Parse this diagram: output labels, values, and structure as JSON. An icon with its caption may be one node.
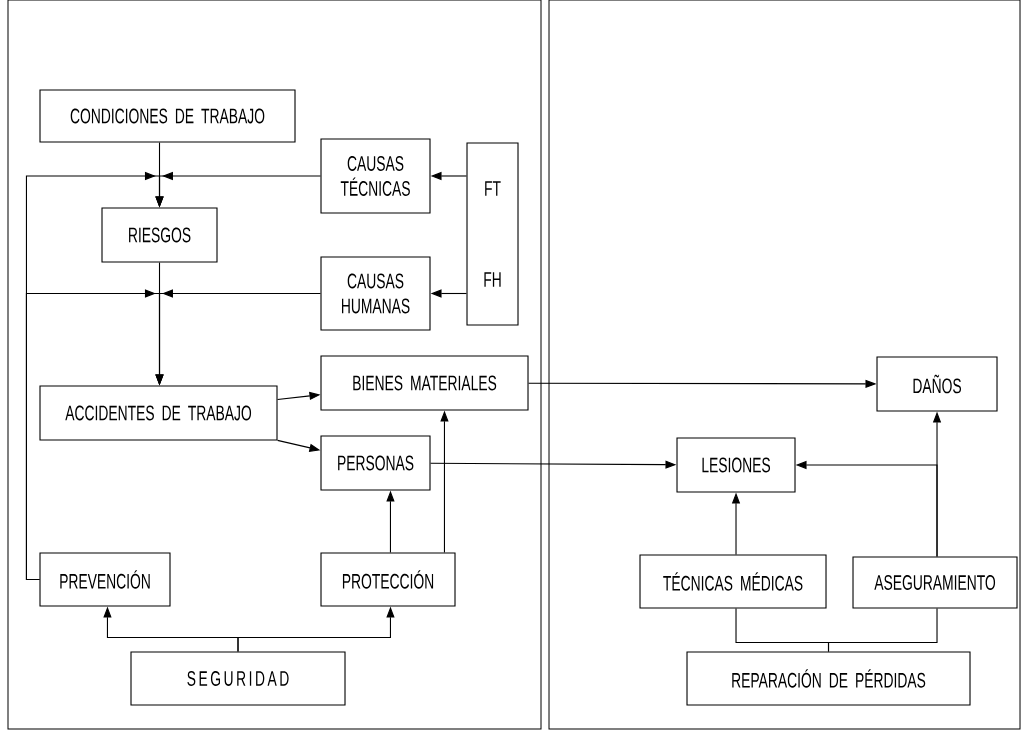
{
  "diagram": {
    "nodes": [
      {
        "text": [
          "CONDICIONES DE TRABAJO"
        ]
      },
      {
        "text": [
          "CAUSAS TÉCNICAS"
        ]
      },
      {
        "text": [
          "FT",
          "FH"
        ]
      },
      {
        "text": [
          "RIESGOS"
        ]
      },
      {
        "text": [
          "CAUSAS HUMANAS"
        ]
      },
      {
        "text": [
          "BIENES MATERIALES"
        ]
      },
      {
        "text": [
          "ACCIDENTES DE TRABAJO"
        ]
      },
      {
        "text": [
          "PERSONAS"
        ]
      },
      {
        "text": [
          "DAÑOS"
        ]
      },
      {
        "text": [
          "LESIONES"
        ]
      },
      {
        "text": [
          "PREVENCIÓN"
        ]
      },
      {
        "text": [
          "PROTECCIÓN"
        ]
      },
      {
        "text": [
          "SEGURIDAD"
        ]
      },
      {
        "text": [
          "TÉCNICAS MÉDICAS"
        ]
      },
      {
        "text": [
          "ASEGURAMIENTO"
        ]
      },
      {
        "text": [
          "REPARACIÓN DE PÉRDIDAS"
        ]
      }
    ],
    "edges": [
      {
        "from": 2,
        "to": 1,
        "arrow": "to"
      },
      {
        "from": 2,
        "to": 4,
        "arrow": "to"
      },
      {
        "from": 0,
        "to": 3,
        "arrow": "to"
      },
      {
        "from": 1,
        "to": 3,
        "arrow": "to"
      },
      {
        "from": 10,
        "to": 3,
        "arrow": "to"
      },
      {
        "from": 3,
        "to": 6,
        "arrow": "to"
      },
      {
        "from": 4,
        "to": 6,
        "arrow": "to"
      },
      {
        "from": 10,
        "to": 6,
        "arrow": "to"
      },
      {
        "from": 6,
        "to": 5,
        "arrow": "to"
      },
      {
        "from": 6,
        "to": 7,
        "arrow": "to"
      },
      {
        "from": 5,
        "to": 8,
        "arrow": "to"
      },
      {
        "from": 7,
        "to": 9,
        "arrow": "to"
      },
      {
        "from": 11,
        "to": 7,
        "arrow": "to"
      },
      {
        "from": 11,
        "to": 5,
        "arrow": "to"
      },
      {
        "from": 12,
        "to": 10,
        "arrow": "to"
      },
      {
        "from": 12,
        "to": 11,
        "arrow": "to"
      },
      {
        "from": 13,
        "to": 9,
        "arrow": "to"
      },
      {
        "from": 14,
        "to": 8,
        "arrow": "to"
      },
      {
        "from": 14,
        "to": 9,
        "arrow": "to"
      },
      {
        "from": 15,
        "to": 13,
        "arrow": "none"
      },
      {
        "from": 15,
        "to": 14,
        "arrow": "none"
      }
    ]
  }
}
